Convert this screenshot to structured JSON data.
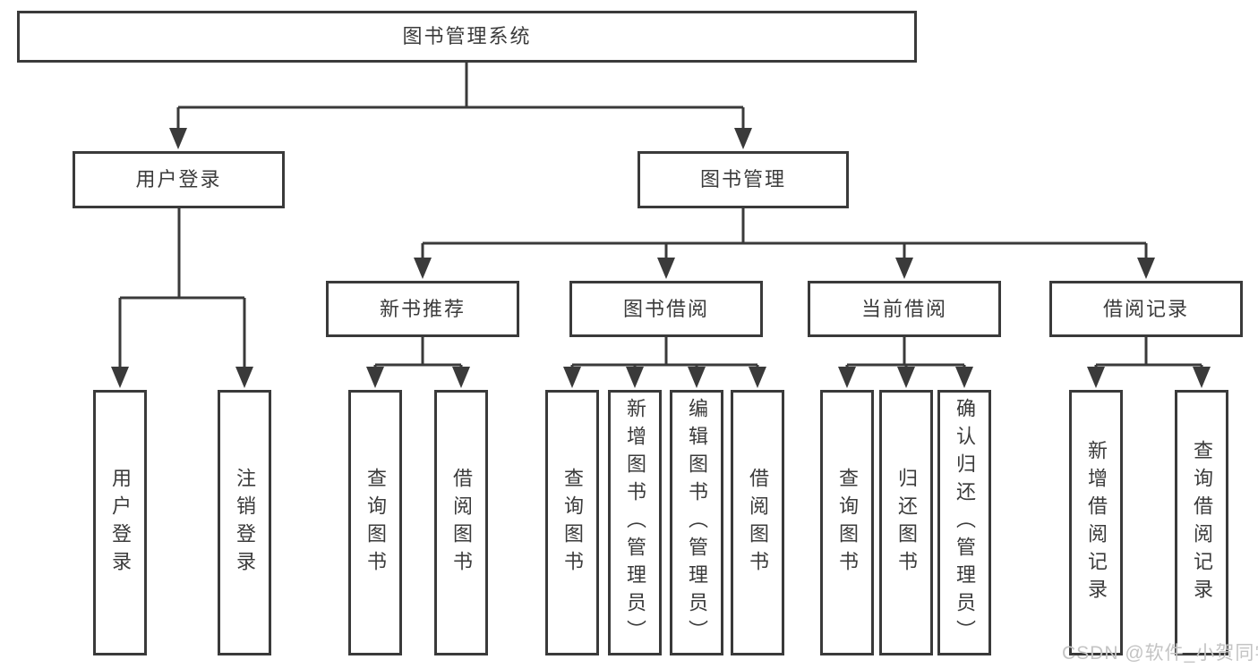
{
  "tree": {
    "label": "图书管理系统",
    "children": [
      {
        "label": "用户登录",
        "children": [
          {
            "label": "用户登录"
          },
          {
            "label": "注销登录"
          }
        ]
      },
      {
        "label": "图书管理",
        "children": [
          {
            "label": "新书推荐",
            "children": [
              {
                "label": "查询图书"
              },
              {
                "label": "借阅图书"
              }
            ]
          },
          {
            "label": "图书借阅",
            "children": [
              {
                "label": "查询图书"
              },
              {
                "label": "新增图书（管理员）"
              },
              {
                "label": "编辑图书（管理员）"
              },
              {
                "label": "借阅图书"
              }
            ]
          },
          {
            "label": "当前借阅",
            "children": [
              {
                "label": "查询图书"
              },
              {
                "label": "归还图书"
              },
              {
                "label": "确认归还（管理员）"
              }
            ]
          },
          {
            "label": "借阅记录",
            "children": [
              {
                "label": "新增借阅记录"
              },
              {
                "label": "查询借阅记录"
              }
            ]
          }
        ]
      }
    ]
  },
  "watermark": "CSDN @软件_小贺同学",
  "colors": {
    "line": "#3a3a3a",
    "text": "#3b3b3b",
    "background": "#ffffff",
    "watermark": "#c4c4c4"
  }
}
